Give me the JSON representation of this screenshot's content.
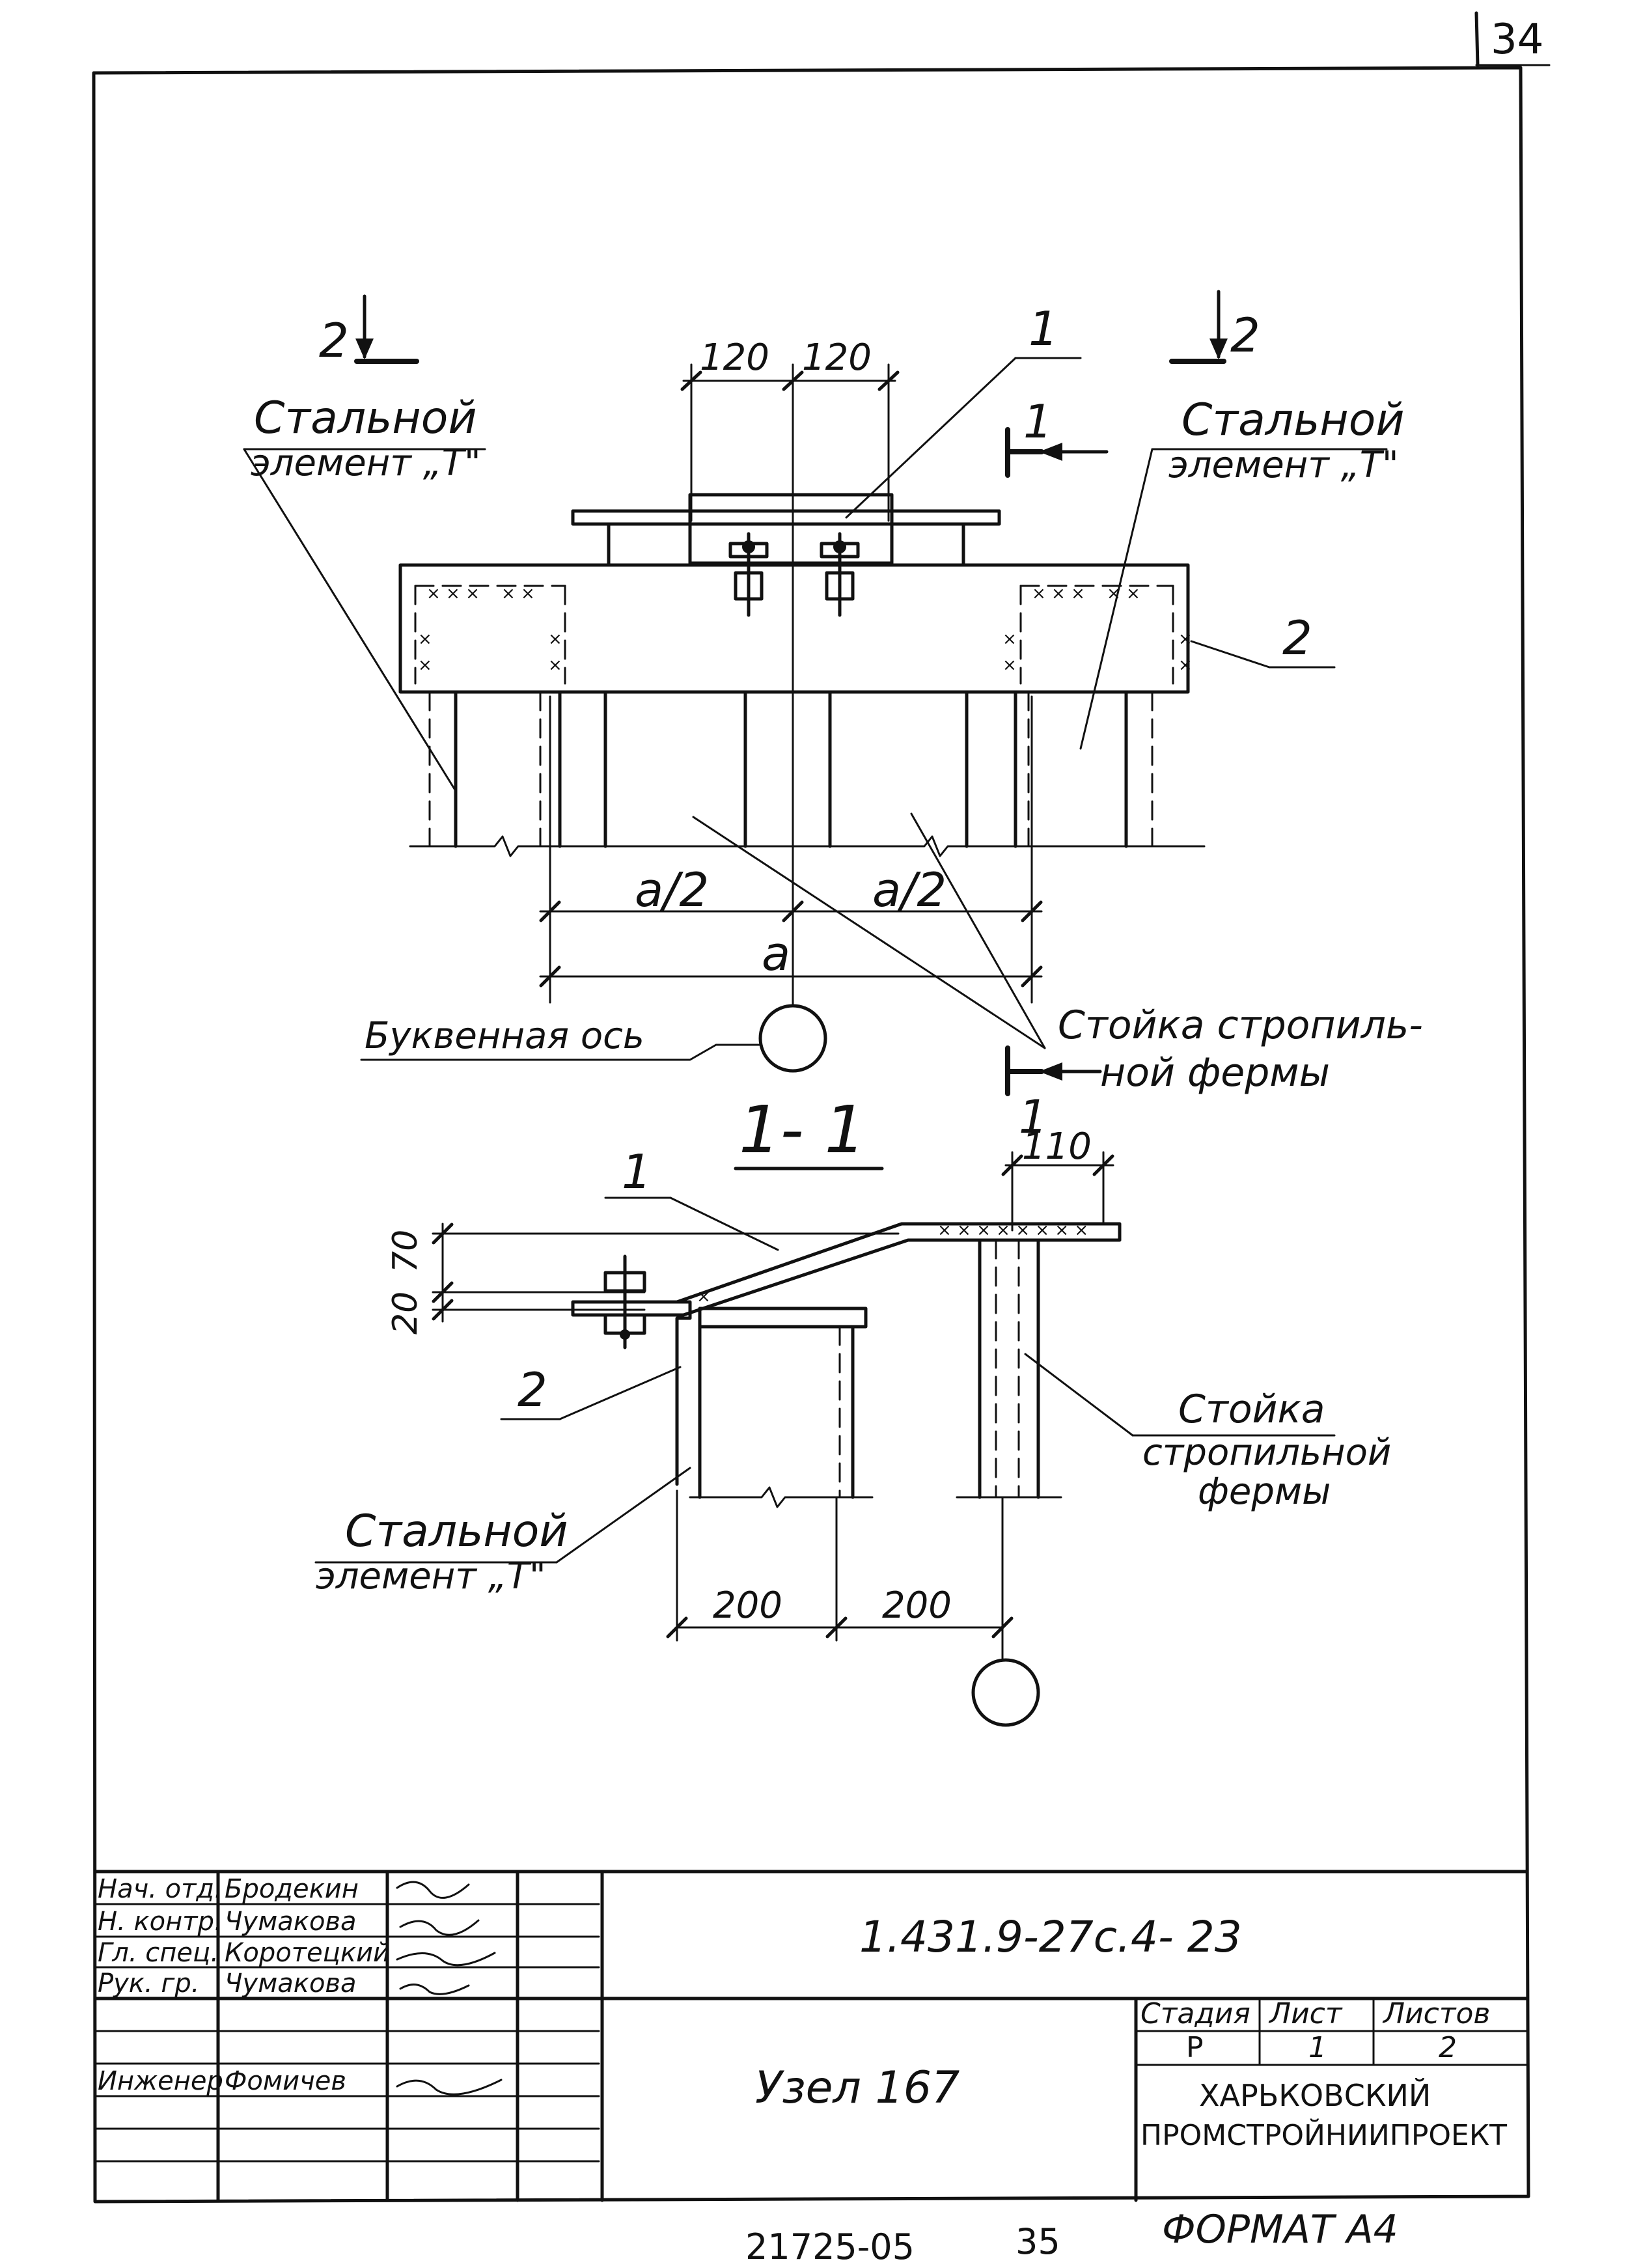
{
  "sheet": {
    "page_number": "34",
    "copy_number": "21725-05",
    "copy_sheet": "35",
    "format": "ФОРМАТ А4"
  },
  "plan_view": {
    "section_marks": {
      "left": "2",
      "right": "2",
      "top_cut": "1",
      "bottom_cut": "1"
    },
    "dims": {
      "left_120": "120",
      "right_120": "120",
      "half_a_left": "a/2",
      "half_a_right": "a/2",
      "full_a": "a"
    },
    "labels": {
      "steel_left_1": "Стальной",
      "steel_left_2": "элемент „Т\"",
      "steel_right_1": "Стальной",
      "steel_right_2": "элемент „Т\"",
      "item1": "1",
      "item2": "2",
      "letter_axis": "Буквенная ось",
      "post_1": "Стойка стропиль-",
      "post_2": "ной фермы"
    }
  },
  "section_view": {
    "title": "1- 1",
    "dims": {
      "d110": "110",
      "d70": "70",
      "d20": "20",
      "d200a": "200",
      "d200b": "200"
    },
    "labels": {
      "item1": "1",
      "item2": "2",
      "post_1": "Стойка",
      "post_2": "стропильной",
      "post_3": "фермы",
      "steel_1": "Стальной",
      "steel_2": "элемент „Т\""
    }
  },
  "title_block": {
    "roles": [
      {
        "role": "Нач. отд.",
        "name": "Бродекин"
      },
      {
        "role": "Н. контр.",
        "name": "Чумакова"
      },
      {
        "role": "Гл. спец.",
        "name": "Коротецкий"
      },
      {
        "role": "Рук. гр.",
        "name": "Чумакова"
      },
      {
        "role": "",
        "name": ""
      },
      {
        "role": "",
        "name": ""
      },
      {
        "role": "Инженер",
        "name": "Фомичев"
      }
    ],
    "designation": "1.431.9-27с.4- 23",
    "drawing_title": "Узел 167",
    "stage_header": "Стадия",
    "sheet_header": "Лист",
    "sheets_header": "Листов",
    "stage": "Р",
    "sheet": "1",
    "sheets": "2",
    "org_1": "ХАРЬКОВСКИЙ",
    "org_2": "ПРОМСТРОЙНИИПРОЕКТ"
  }
}
